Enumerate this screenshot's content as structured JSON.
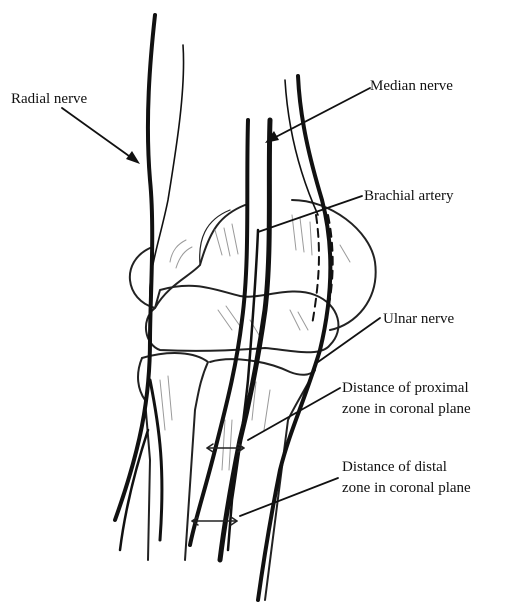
{
  "labels": {
    "radial_nerve": "Radial nerve",
    "median_nerve": "Median nerve",
    "brachial_artery": "Brachial artery",
    "ulnar_nerve": "Ulnar nerve",
    "proximal_zone_line1": "Distance of proximal",
    "proximal_zone_line2": "zone in coronal plane",
    "distal_zone_line1": "Distance of distal",
    "distal_zone_line2": "zone in coronal plane"
  },
  "colors": {
    "ink": "#111111",
    "bone_outline": "#222222",
    "hatch": "#9a9a9a",
    "background": "#ffffff"
  }
}
